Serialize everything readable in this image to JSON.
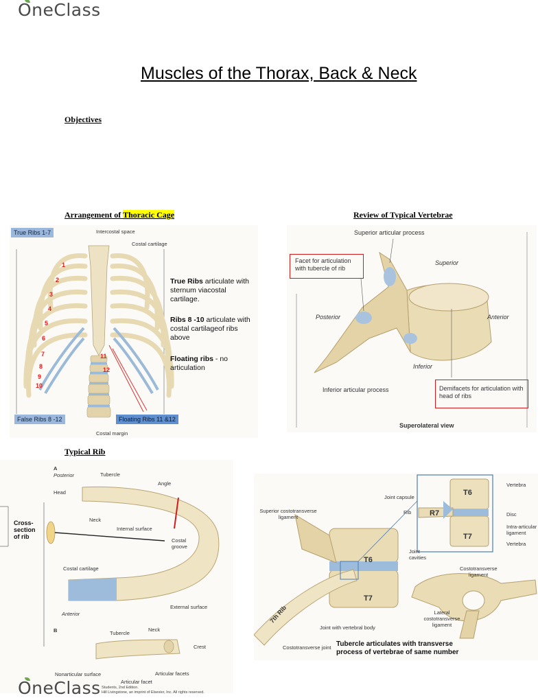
{
  "brand": {
    "name": "OneClass"
  },
  "title": "Muscles of the Thorax, Back & Neck",
  "objectives": {
    "heading": "Objectives"
  },
  "sections": {
    "thoracic": {
      "prefix": "Arrangement of ",
      "highlight": "Thoracic Cage"
    },
    "vertebrae": {
      "heading": "Review of Typical Vertebrae"
    },
    "rib": {
      "heading": "Typical Rib"
    }
  },
  "thoracic_figure": {
    "true_ribs_tag": "True Ribs 1-7",
    "false_ribs_tag": "False Ribs 8 -12",
    "floating_tag": "Floating Ribs 11 &12",
    "intercostal": "Intercostal space",
    "costal_cartilage": "Costal cartilage",
    "costal_margin": "Costal margin",
    "rib_numbers": [
      "1",
      "2",
      "3",
      "4",
      "5",
      "6",
      "7",
      "8",
      "9",
      "10",
      "11",
      "12"
    ],
    "notes": [
      {
        "bold": "True Ribs",
        "rest": " articulate with sternum viacostal cartilage."
      },
      {
        "bold": "Ribs 8 -10",
        "rest": " articulate with costal cartilageof ribs above"
      },
      {
        "bold": "Floating ribs",
        "rest": " - no articulation"
      }
    ]
  },
  "vertebra_figure": {
    "superior_articular": "Superior articular process",
    "facet": "Facet for articulation with tubercle of rib",
    "superior": "Superior",
    "posterior": "Posterior",
    "anterior": "Anterior",
    "inferior": "Inferior",
    "inferior_articular": "Inferior articular process",
    "demifacets": "Demifacets for articulation with head of ribs",
    "view": "Superolateral view"
  },
  "rib_figure": {
    "a": "A",
    "posterior": "Posterior",
    "tubercle": "Tubercle",
    "head": "Head",
    "angle": "Angle",
    "neck": "Neck",
    "internal_surface": "Internal surface",
    "cross_section": "Cross-section of rib",
    "costal_groove": "Costal groove",
    "costal_cartilage": "Costal cartilage",
    "external_surface": "External surface",
    "anterior": "Anterior",
    "b": "B",
    "b_tubercle": "Tubercle",
    "b_neck": "Neck",
    "crest": "Crest",
    "nonarticular": "Nonarticular surface",
    "articular_facets": "Articular facets",
    "articular_facet": "Articular facet"
  },
  "joint_figure": {
    "superior_ct_ligament": "Superior costotransverse ligament",
    "joint_capsule": "Joint capsule",
    "rib": "Rib",
    "joint_cavities": "Joint cavities",
    "vertebra_top": "Vertebra",
    "disc": "Disc",
    "intra_articular": "Intra-articular ligament",
    "vertebra_bottom": "Vertebra",
    "t6": "T6",
    "t7": "T7",
    "r7": "R7",
    "seventh_rib": "7th Rib",
    "joint_body": "Joint with vertebral body",
    "ct_joint": "Costotransverse joint",
    "ct_ligament": "Costotransverse ligament",
    "lateral_ct_ligament": "Lateral costotransverse ligament",
    "tubercle_caption": "Tubercle articulates with transverse process of vertebrae of same number"
  },
  "footer": {
    "line1": "Students, 2nd Edition.",
    "line2": "Hill Livingstone, an imprint of Elsevier, Inc. All rights reserved."
  }
}
